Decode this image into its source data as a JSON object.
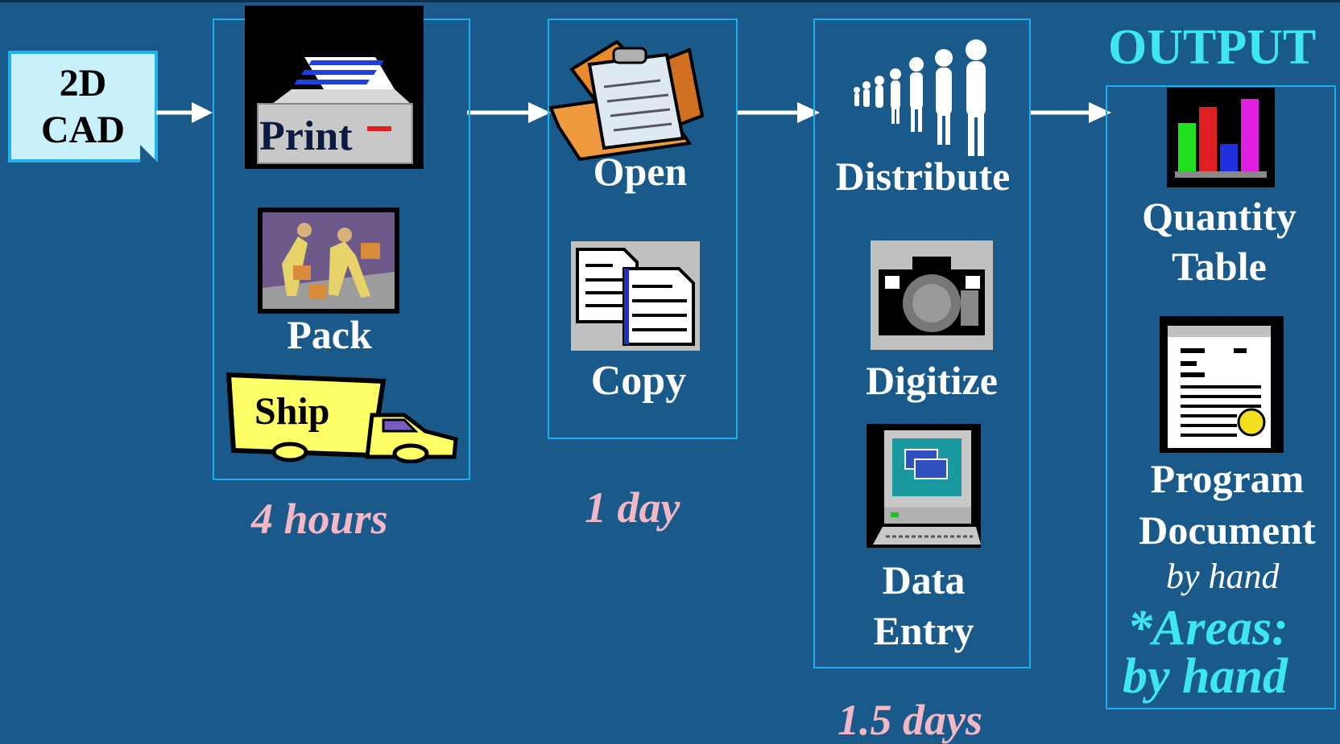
{
  "source": {
    "line1": "2D",
    "line2": "CAD"
  },
  "stages": [
    {
      "labels": [
        "Print",
        "Pack",
        "Ship"
      ],
      "duration": "4 hours"
    },
    {
      "labels": [
        "Open",
        "Copy"
      ],
      "duration": "1 day"
    },
    {
      "labels": [
        "Distribute",
        "Digitize",
        "Data",
        "Entry"
      ],
      "duration": "1.5 days"
    }
  ],
  "output": {
    "title": "OUTPUT",
    "quantity_line1": "Quantity",
    "quantity_line2": "Table",
    "program_line1": "Program",
    "program_line2": "Document",
    "program_note": "by hand",
    "areas_line1": "*Areas:",
    "areas_line2": "by hand"
  },
  "colors": {
    "background": "#1a5a8a",
    "box_border": "#1ab0f0",
    "duration_text": "#f2b8c6",
    "accent_text": "#3ee6f0"
  },
  "icons": [
    "printer-icon",
    "workers-icon",
    "truck-icon",
    "clipboard-box-icon",
    "copy-documents-icon",
    "people-icon",
    "camera-icon",
    "computer-icon",
    "bar-chart-icon",
    "notepad-icon"
  ]
}
